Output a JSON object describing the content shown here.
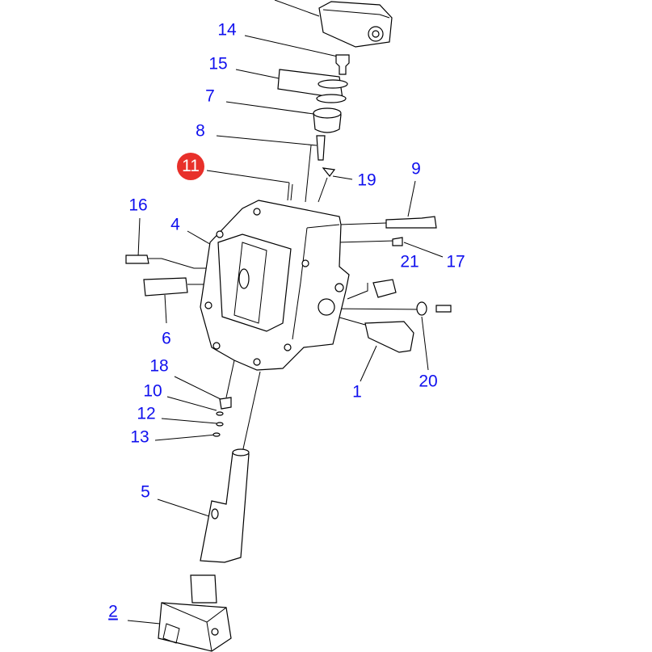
{
  "diagram": {
    "highlight_color": "#e8302a",
    "label_color": "#1010ee",
    "callouts": {
      "p14": "14",
      "p15": "15",
      "p7": "7",
      "p8": "8",
      "p11": "11",
      "p19": "19",
      "p9": "9",
      "p16": "16",
      "p4": "4",
      "p17": "17",
      "p21": "21",
      "p6": "6",
      "p18": "18",
      "p10": "10",
      "p12": "12",
      "p13": "13",
      "p1": "1",
      "p20": "20",
      "p5": "5",
      "p2": "2"
    }
  }
}
